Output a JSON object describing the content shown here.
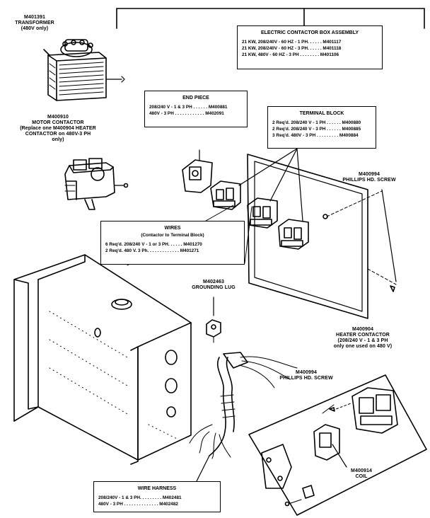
{
  "assembly": {
    "title": "ELECTRIC CONTACTOR BOX ASSEMBLY",
    "rows": [
      "21 KW, 208/240V - 60 HZ - 1 PH. . . . . . M401117",
      "21 KW, 208/240V - 60 HZ - 3 PH. . . . . . M401118",
      "21 KW, 480V - 60 HZ - 3 PH . . . . . . . . M401106"
    ]
  },
  "transformer": {
    "part": "M401391",
    "name": "TRANSFORMER",
    "note": "(480V only)"
  },
  "motor_contactor": {
    "part": "M400910",
    "name": "MOTOR CONTACTOR",
    "note": [
      "(Replace one M400904 HEATER",
      "CONTACTOR on 480V-3 PH",
      "only)"
    ]
  },
  "end_piece": {
    "title": "END PIECE",
    "rows": [
      "208/240 V - 1 & 3 PH . . . . . . M400881",
      "480V - 3 PH . . . . . . . . . . . . M402091"
    ]
  },
  "terminal_block": {
    "title": "TERMINAL BLOCK",
    "rows": [
      "2 Req'd. 208/240 V - 1 PH . . . . . . M400880",
      "2 Req'd. 208/240 V - 3 PH . . . . . . M400885",
      "3 Req'd. 480V - 3 PH . . . . . . . . . M400884"
    ]
  },
  "screw_top": {
    "part": "M400994",
    "name": "PHILLIPS HD. SCREW"
  },
  "wires": {
    "title": "WIRES",
    "subtitle": "(Contactor to Terminal Block)",
    "rows": [
      "6 Req'd. 208/240 V - 1 or 3 PH. . . . . . M401270",
      "2 Req'd. 480 V. 3 Ph. . . . . . . . . . . . . M401271"
    ]
  },
  "grounding_lug": {
    "part": "M402463",
    "name": "GROUNDING LUG"
  },
  "heater_contactor": {
    "part": "M400904",
    "name": "HEATER CONTACTOR",
    "note": [
      "(208/240 V - 1 & 3 PH",
      "only one used on 480 V)"
    ]
  },
  "screw_mid": {
    "part": "M400994",
    "name": "PHILLIPS HD. SCREW"
  },
  "coil": {
    "part": "M400914",
    "name": "COIL"
  },
  "wire_harness": {
    "title": "WIRE HARNESS",
    "rows": [
      "208/240V - 1 & 3 PH. . . . . . . . . M402481",
      "480V - 3 PH . . . . . . . . . . . . . . M402482"
    ]
  }
}
